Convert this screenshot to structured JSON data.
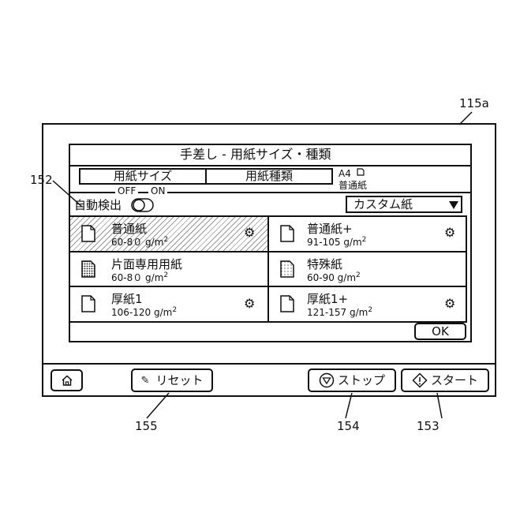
{
  "refs": {
    "panel": "115a",
    "auto_detect": "152",
    "reset": "155",
    "stop": "154",
    "start": "153"
  },
  "header": {
    "title": "手差し - 用紙サイズ・種類"
  },
  "tabs": [
    {
      "label": "用紙サイズ"
    },
    {
      "label": "用紙種類"
    }
  ],
  "selection": {
    "size": "A4",
    "type": "普通紙"
  },
  "auto_detect": {
    "label": "自動検出",
    "off": "OFF",
    "on": "ON"
  },
  "dropdown": {
    "value": "カスタム紙"
  },
  "papers": [
    {
      "name": "普通紙",
      "weight": "60-8０ g/m",
      "sup": "2",
      "settings": true,
      "selected": true
    },
    {
      "name": "普通紙+",
      "weight": "91-105 g/m",
      "sup": "2",
      "settings": true,
      "selected": false
    },
    {
      "name": "片面専用用紙",
      "weight": "60-8０ g/m",
      "sup": "2",
      "settings": false,
      "selected": false
    },
    {
      "name": "特殊紙",
      "weight": "60-90 g/m",
      "sup": "2",
      "settings": false,
      "selected": false
    },
    {
      "name": "厚紙1",
      "weight": "106-120 g/m",
      "sup": "2",
      "settings": true,
      "selected": false
    },
    {
      "name": "厚紙1+",
      "weight": "121-157 g/m",
      "sup": "2",
      "settings": true,
      "selected": false
    }
  ],
  "ok_label": "OK",
  "bottom": {
    "reset_label": "リセット",
    "stop_label": "ストップ",
    "start_label": "スタート"
  },
  "icons": {
    "page": "page-icon",
    "dotted_page": "dotted-page-icon",
    "settings": "gear-icon",
    "home": "home-icon",
    "reset": "pencil-icon",
    "stop": "stop-icon",
    "start": "start-icon",
    "toggle": "toggle-icon",
    "orientation": "orientation-icon",
    "dropdown": "triangle-down-icon"
  }
}
